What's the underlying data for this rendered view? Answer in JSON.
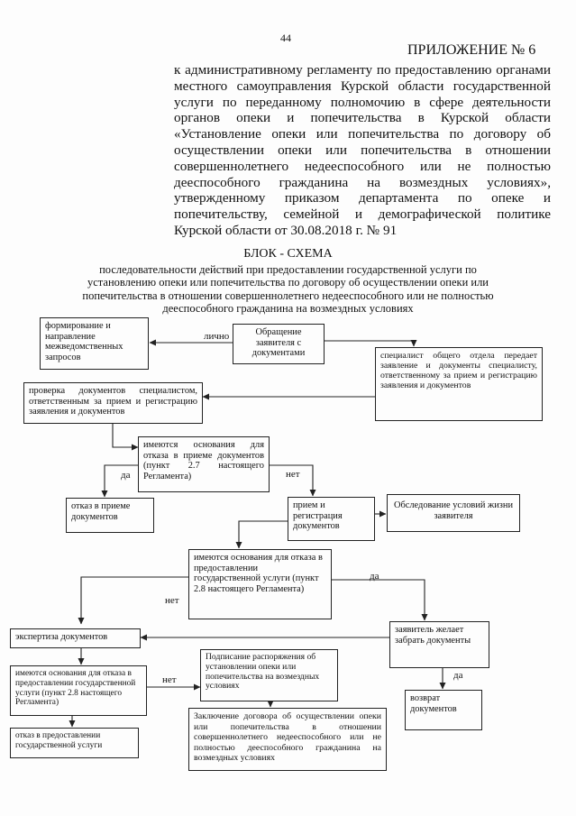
{
  "page_number": "44",
  "appendix": {
    "title": "ПРИЛОЖЕНИЕ № 6",
    "text": "к административному регламенту по предоставлению органами местного самоуправления Курской области государственной услуги по переданному полномочию в сфере деятельности органов опеки и попечительства в Курской области «Установление опеки или попечительства по договору об осуществлении опеки или попечительства в отношении совершеннолетнего недееспособного или не полностью дееспособного гражданина на возмездных условиях», утвержденному приказом департамента по опеке и попечительству, семейной и демографической политике Курской области от 30.08.2018 г. № 91"
  },
  "scheme": {
    "title": "БЛОК - СХЕМА",
    "subtitle": "последовательности действий при предоставлении государственной услуги по установлению опеки или попечительства по договору об осуществлении опеки или попечительства в отношении совершеннолетнего недееспособного или не полностью дееспособного гражданина на возмездных условиях"
  },
  "boxes": {
    "interagency": "формирование и направление межведомственных запросов",
    "application": "Обращение заявителя с документами",
    "specialist": "специалист общего отдела передает заявление и документы специалисту, ответственному за прием и регистрацию заявления и документов",
    "check_docs": "проверка документов специалистом, ответственным за прием и регистрацию заявления и документов",
    "refusal_grounds_1": "имеются основания для отказа в приеме документов (пункт 2.7 настоящего Регламента)",
    "refusal_accept": "отказ в приеме документов",
    "accept_register": "прием и регистрация документов",
    "inspection": "Обследование условий жизни заявителя",
    "refusal_grounds_2": "имеются основания для отказа в предоставлении государственной услуги (пункт 2.8 настоящего Регламента)",
    "expertise": "экспертиза документов",
    "collect": "заявитель желает забрать документы",
    "refusal_grounds_3": "имеются основания для отказа в предоставлении государственной услуги (пункт 2.8 настоящего Регламента)",
    "sign_order": "Подписание распоряжения об установлении опеки или попечительства на возмездных условиях",
    "return_docs": "возврат документов",
    "contract": "Заключение договора об осуществлении опеки или попечительства в отношении совершеннолетнего недееспособного или не полностью дееспособного гражданина на возмездных условиях",
    "refusal_service": "отказ в предоставлении государственной услуги"
  },
  "labels": {
    "personally": "лично",
    "yes_1": "да",
    "no_1": "нет",
    "yes_2": "да",
    "no_2": "нет",
    "no_3": "нет",
    "yes_3": "да"
  }
}
